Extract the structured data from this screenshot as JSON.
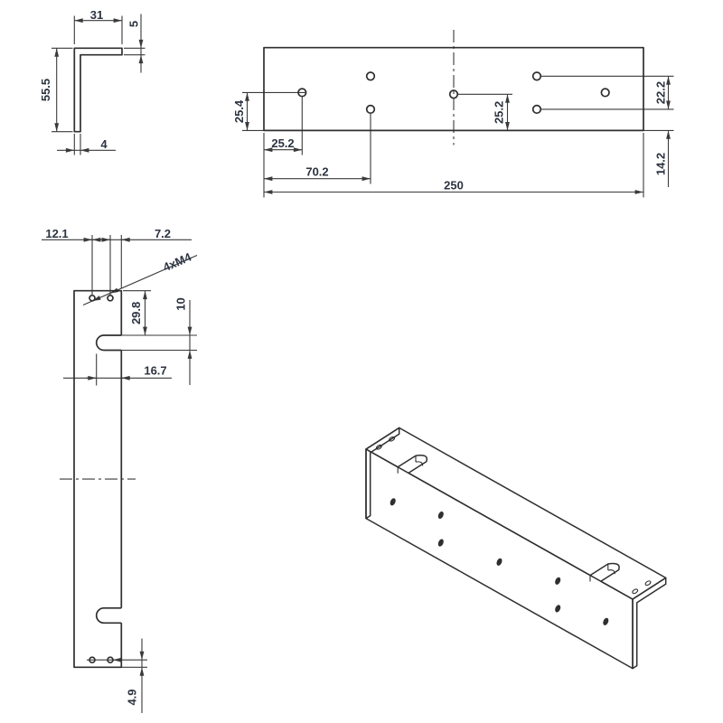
{
  "drawing_title": "L-bracket technical drawing",
  "colors": {
    "background": "#ffffff",
    "line": "#2f2f2f",
    "dim_line": "#3a3a3a",
    "text": "#2c3340"
  },
  "views": {
    "profile": {
      "flange_width": "31",
      "flange_thickness": "5",
      "height": "55.5",
      "web_thickness": "4"
    },
    "front": {
      "hole1_from_bottom": "25.4",
      "hole1_from_left": "25.2",
      "holes2_from_left": "70.2",
      "length": "250",
      "center_hole_from_bottom": "25.2",
      "right_pair_spacing": "22.2",
      "right_hole_from_bottom": "14.2"
    },
    "plan": {
      "hole_pitch": "12.1",
      "hole_edge_offset": "7.2",
      "thread_callout": "4xM4",
      "slot_position": "29.8",
      "slot_width": "10",
      "slot_depth": "16.7",
      "end_hole_offset": "4.9"
    }
  }
}
